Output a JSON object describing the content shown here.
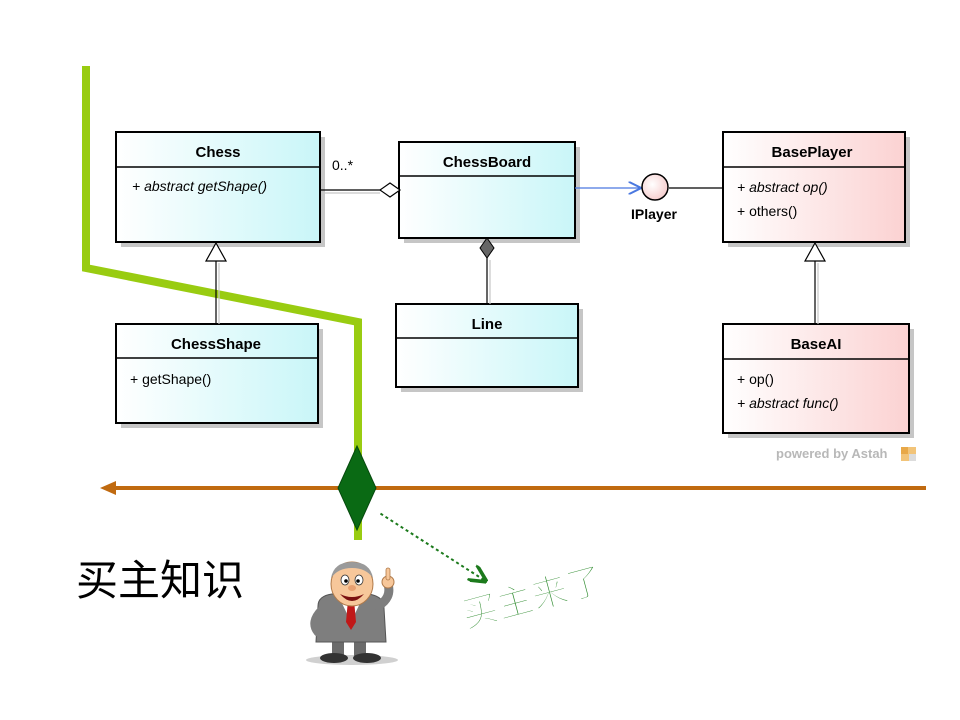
{
  "classes": {
    "chess": {
      "name": "Chess",
      "ops": [
        "+ abstract getShape()"
      ]
    },
    "chessboard": {
      "name": "ChessBoard",
      "ops": []
    },
    "baseplayer": {
      "name": "BasePlayer",
      "ops": [
        "+ abstract op()",
        "+ others()"
      ]
    },
    "chessshape": {
      "name": "ChessShape",
      "ops": [
        "+ getShape()"
      ]
    },
    "line": {
      "name": "Line",
      "ops": []
    },
    "baseai": {
      "name": "BaseAI",
      "ops": [
        "+ op()",
        "+ abstract func()"
      ]
    }
  },
  "multiplicity": "0..*",
  "interface_name": "IPlayer",
  "powered_by": "powered by Astah",
  "slide_title": "买主知识",
  "callout": "买主来了",
  "colors": {
    "cyan_box": "#d9fafc",
    "pink_box": "#fde4e4",
    "lime_line": "#99cc11",
    "orange_arrow": "#c06a10",
    "green_diamond": "#0a6a14",
    "green_text": "#2e8b2e",
    "realization_blue": "#4a78e0"
  }
}
